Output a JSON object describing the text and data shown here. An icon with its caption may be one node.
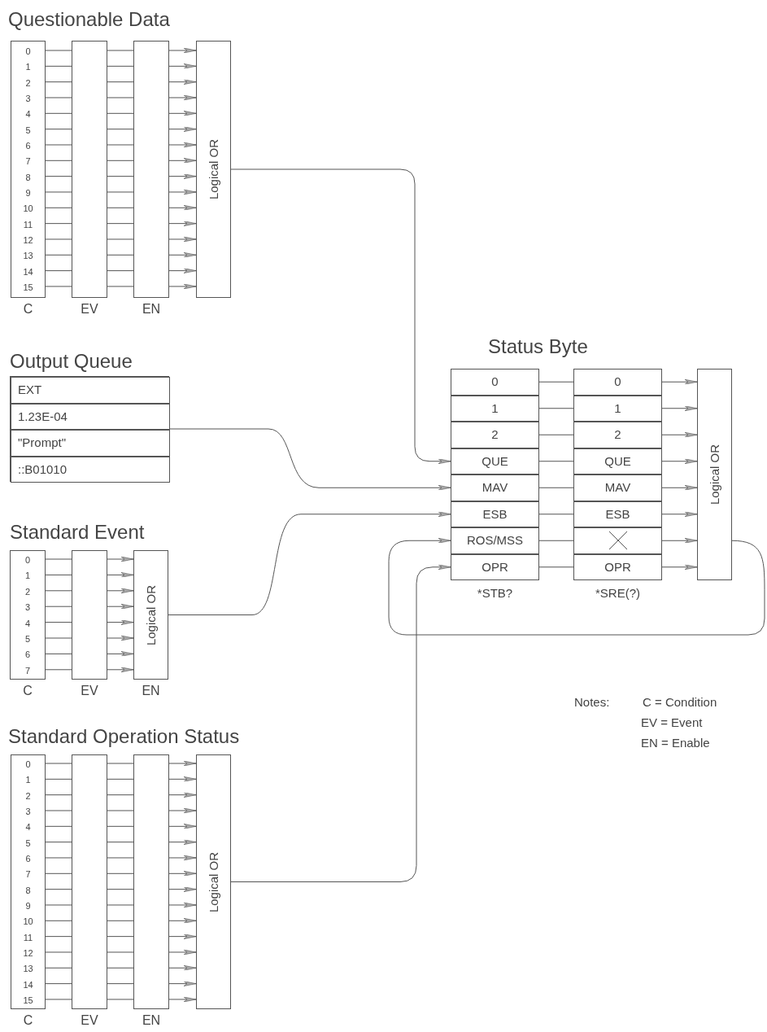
{
  "diagram": {
    "nodes": [
      {
        "text": [
          "0",
          "1",
          "2",
          "3",
          "4",
          "5",
          "6",
          "7",
          "8",
          "9",
          "10",
          "11",
          "12",
          "13",
          "14",
          "15"
        ],
        "beside": [
          "C"
        ]
      },
      {
        "text": [],
        "shape": "box",
        "beside": [
          "EV"
        ]
      },
      {
        "text": [],
        "shape": "box",
        "beside": [
          "EN"
        ]
      },
      {
        "text": [
          "Logical OR"
        ]
      },
      {
        "text": [
          "Output Queue"
        ]
      },
      {
        "text": [
          "EXT"
        ],
        "in": 4
      },
      {
        "text": [
          "1.23E-04"
        ],
        "in": 4
      },
      {
        "text": [
          "\"Prompt\""
        ],
        "in": 4
      },
      {
        "text": [
          "::B01010"
        ],
        "in": 4
      },
      {
        "text": [
          "0",
          "1",
          "2",
          "3",
          "4",
          "5",
          "6",
          "7"
        ],
        "beside": [
          "C"
        ]
      },
      {
        "text": [],
        "shape": "box",
        "beside": [
          "EV"
        ]
      },
      {
        "text": [
          "Logical OR"
        ],
        "beside": [
          "EN"
        ]
      },
      {
        "text": [
          "0",
          "1",
          "2",
          "3",
          "4",
          "5",
          "6",
          "7",
          "8",
          "9",
          "10",
          "11",
          "12",
          "13",
          "14",
          "15"
        ],
        "beside": [
          "C"
        ]
      },
      {
        "text": [],
        "shape": "box",
        "beside": [
          "EV"
        ]
      },
      {
        "text": [],
        "shape": "box",
        "beside": [
          "EN"
        ]
      },
      {
        "text": [
          "Logical OR"
        ]
      },
      {
        "text": [
          "0"
        ]
      },
      {
        "text": [
          "1"
        ]
      },
      {
        "text": [
          "2"
        ]
      },
      {
        "text": [
          "QUE"
        ]
      },
      {
        "text": [
          "MAV"
        ]
      },
      {
        "text": [
          "ESB"
        ]
      },
      {
        "text": [
          "ROS/MSS"
        ]
      },
      {
        "text": [
          "OPR"
        ]
      },
      {
        "text": [
          "0"
        ]
      },
      {
        "text": [
          "1"
        ]
      },
      {
        "text": [
          "2"
        ]
      },
      {
        "text": [
          "QUE"
        ]
      },
      {
        "text": [
          "MAV"
        ]
      },
      {
        "text": [
          "ESB"
        ]
      },
      {
        "text": [],
        "shape": "cross"
      },
      {
        "text": [
          "OPR"
        ]
      },
      {
        "text": [
          "Logical OR"
        ]
      }
    ],
    "edges": [
      {
        "from": 0,
        "to": 1,
        "arrow": "none"
      },
      {
        "from": 0,
        "to": 1,
        "arrow": "none"
      },
      {
        "from": 0,
        "to": 1,
        "arrow": "none"
      },
      {
        "from": 0,
        "to": 1,
        "arrow": "none"
      },
      {
        "from": 0,
        "to": 1,
        "arrow": "none"
      },
      {
        "from": 0,
        "to": 1,
        "arrow": "none"
      },
      {
        "from": 0,
        "to": 1,
        "arrow": "none"
      },
      {
        "from": 0,
        "to": 1,
        "arrow": "none"
      },
      {
        "from": 0,
        "to": 1,
        "arrow": "none"
      },
      {
        "from": 0,
        "to": 1,
        "arrow": "none"
      },
      {
        "from": 0,
        "to": 1,
        "arrow": "none"
      },
      {
        "from": 0,
        "to": 1,
        "arrow": "none"
      },
      {
        "from": 0,
        "to": 1,
        "arrow": "none"
      },
      {
        "from": 0,
        "to": 1,
        "arrow": "none"
      },
      {
        "from": 0,
        "to": 1,
        "arrow": "none"
      },
      {
        "from": 0,
        "to": 1,
        "arrow": "none"
      },
      {
        "from": 1,
        "to": 2,
        "arrow": "none"
      },
      {
        "from": 1,
        "to": 2,
        "arrow": "none"
      },
      {
        "from": 1,
        "to": 2,
        "arrow": "none"
      },
      {
        "from": 1,
        "to": 2,
        "arrow": "none"
      },
      {
        "from": 1,
        "to": 2,
        "arrow": "none"
      },
      {
        "from": 1,
        "to": 2,
        "arrow": "none"
      },
      {
        "from": 1,
        "to": 2,
        "arrow": "none"
      },
      {
        "from": 1,
        "to": 2,
        "arrow": "none"
      },
      {
        "from": 1,
        "to": 2,
        "arrow": "none"
      },
      {
        "from": 1,
        "to": 2,
        "arrow": "none"
      },
      {
        "from": 1,
        "to": 2,
        "arrow": "none"
      },
      {
        "from": 1,
        "to": 2,
        "arrow": "none"
      },
      {
        "from": 1,
        "to": 2,
        "arrow": "none"
      },
      {
        "from": 1,
        "to": 2,
        "arrow": "none"
      },
      {
        "from": 1,
        "to": 2,
        "arrow": "none"
      },
      {
        "from": 1,
        "to": 2,
        "arrow": "none"
      },
      {
        "from": 2,
        "to": 3,
        "arrow": "to"
      },
      {
        "from": 2,
        "to": 3,
        "arrow": "to"
      },
      {
        "from": 2,
        "to": 3,
        "arrow": "to"
      },
      {
        "from": 2,
        "to": 3,
        "arrow": "to"
      },
      {
        "from": 2,
        "to": 3,
        "arrow": "to"
      },
      {
        "from": 2,
        "to": 3,
        "arrow": "to"
      },
      {
        "from": 2,
        "to": 3,
        "arrow": "to"
      },
      {
        "from": 2,
        "to": 3,
        "arrow": "to"
      },
      {
        "from": 2,
        "to": 3,
        "arrow": "to"
      },
      {
        "from": 2,
        "to": 3,
        "arrow": "to"
      },
      {
        "from": 2,
        "to": 3,
        "arrow": "to"
      },
      {
        "from": 2,
        "to": 3,
        "arrow": "to"
      },
      {
        "from": 2,
        "to": 3,
        "arrow": "to"
      },
      {
        "from": 2,
        "to": 3,
        "arrow": "to"
      },
      {
        "from": 2,
        "to": 3,
        "arrow": "to"
      },
      {
        "from": 2,
        "to": 3,
        "arrow": "to"
      },
      {
        "from": 9,
        "to": 10,
        "arrow": "none"
      },
      {
        "from": 9,
        "to": 10,
        "arrow": "none"
      },
      {
        "from": 9,
        "to": 10,
        "arrow": "none"
      },
      {
        "from": 9,
        "to": 10,
        "arrow": "none"
      },
      {
        "from": 9,
        "to": 10,
        "arrow": "none"
      },
      {
        "from": 9,
        "to": 10,
        "arrow": "none"
      },
      {
        "from": 9,
        "to": 10,
        "arrow": "none"
      },
      {
        "from": 9,
        "to": 10,
        "arrow": "none"
      },
      {
        "from": 10,
        "to": 11,
        "arrow": "to"
      },
      {
        "from": 10,
        "to": 11,
        "arrow": "to"
      },
      {
        "from": 10,
        "to": 11,
        "arrow": "to"
      },
      {
        "from": 10,
        "to": 11,
        "arrow": "to"
      },
      {
        "from": 10,
        "to": 11,
        "arrow": "to"
      },
      {
        "from": 10,
        "to": 11,
        "arrow": "to"
      },
      {
        "from": 10,
        "to": 11,
        "arrow": "to"
      },
      {
        "from": 10,
        "to": 11,
        "arrow": "to"
      },
      {
        "from": 12,
        "to": 13,
        "arrow": "none"
      },
      {
        "from": 12,
        "to": 13,
        "arrow": "none"
      },
      {
        "from": 12,
        "to": 13,
        "arrow": "none"
      },
      {
        "from": 12,
        "to": 13,
        "arrow": "none"
      },
      {
        "from": 12,
        "to": 13,
        "arrow": "none"
      },
      {
        "from": 12,
        "to": 13,
        "arrow": "none"
      },
      {
        "from": 12,
        "to": 13,
        "arrow": "none"
      },
      {
        "from": 12,
        "to": 13,
        "arrow": "none"
      },
      {
        "from": 12,
        "to": 13,
        "arrow": "none"
      },
      {
        "from": 12,
        "to": 13,
        "arrow": "none"
      },
      {
        "from": 12,
        "to": 13,
        "arrow": "none"
      },
      {
        "from": 12,
        "to": 13,
        "arrow": "none"
      },
      {
        "from": 12,
        "to": 13,
        "arrow": "none"
      },
      {
        "from": 12,
        "to": 13,
        "arrow": "none"
      },
      {
        "from": 12,
        "to": 13,
        "arrow": "none"
      },
      {
        "from": 12,
        "to": 13,
        "arrow": "none"
      },
      {
        "from": 13,
        "to": 14,
        "arrow": "none"
      },
      {
        "from": 13,
        "to": 14,
        "arrow": "none"
      },
      {
        "from": 13,
        "to": 14,
        "arrow": "none"
      },
      {
        "from": 13,
        "to": 14,
        "arrow": "none"
      },
      {
        "from": 13,
        "to": 14,
        "arrow": "none"
      },
      {
        "from": 13,
        "to": 14,
        "arrow": "none"
      },
      {
        "from": 13,
        "to": 14,
        "arrow": "none"
      },
      {
        "from": 13,
        "to": 14,
        "arrow": "none"
      },
      {
        "from": 13,
        "to": 14,
        "arrow": "none"
      },
      {
        "from": 13,
        "to": 14,
        "arrow": "none"
      },
      {
        "from": 13,
        "to": 14,
        "arrow": "none"
      },
      {
        "from": 13,
        "to": 14,
        "arrow": "none"
      },
      {
        "from": 13,
        "to": 14,
        "arrow": "none"
      },
      {
        "from": 13,
        "to": 14,
        "arrow": "none"
      },
      {
        "from": 13,
        "to": 14,
        "arrow": "none"
      },
      {
        "from": 13,
        "to": 14,
        "arrow": "none"
      },
      {
        "from": 14,
        "to": 15,
        "arrow": "to"
      },
      {
        "from": 14,
        "to": 15,
        "arrow": "to"
      },
      {
        "from": 14,
        "to": 15,
        "arrow": "to"
      },
      {
        "from": 14,
        "to": 15,
        "arrow": "to"
      },
      {
        "from": 14,
        "to": 15,
        "arrow": "to"
      },
      {
        "from": 14,
        "to": 15,
        "arrow": "to"
      },
      {
        "from": 14,
        "to": 15,
        "arrow": "to"
      },
      {
        "from": 14,
        "to": 15,
        "arrow": "to"
      },
      {
        "from": 14,
        "to": 15,
        "arrow": "to"
      },
      {
        "from": 14,
        "to": 15,
        "arrow": "to"
      },
      {
        "from": 14,
        "to": 15,
        "arrow": "to"
      },
      {
        "from": 14,
        "to": 15,
        "arrow": "to"
      },
      {
        "from": 14,
        "to": 15,
        "arrow": "to"
      },
      {
        "from": 14,
        "to": 15,
        "arrow": "to"
      },
      {
        "from": 14,
        "to": 15,
        "arrow": "to"
      },
      {
        "from": 14,
        "to": 15,
        "arrow": "to"
      },
      {
        "from": 16,
        "to": 24,
        "arrow": "none"
      },
      {
        "from": 17,
        "to": 25,
        "arrow": "none"
      },
      {
        "from": 18,
        "to": 26,
        "arrow": "none"
      },
      {
        "from": 19,
        "to": 27,
        "arrow": "none"
      },
      {
        "from": 20,
        "to": 28,
        "arrow": "none"
      },
      {
        "from": 21,
        "to": 29,
        "arrow": "none"
      },
      {
        "from": 22,
        "to": 30,
        "arrow": "none"
      },
      {
        "from": 23,
        "to": 31,
        "arrow": "none"
      },
      {
        "from": 24,
        "to": 32,
        "arrow": "to"
      },
      {
        "from": 25,
        "to": 32,
        "arrow": "to"
      },
      {
        "from": 26,
        "to": 32,
        "arrow": "to"
      },
      {
        "from": 27,
        "to": 32,
        "arrow": "to"
      },
      {
        "from": 28,
        "to": 32,
        "arrow": "to"
      },
      {
        "from": 29,
        "to": 32,
        "arrow": "to"
      },
      {
        "from": 30,
        "to": 32,
        "arrow": "to"
      },
      {
        "from": 31,
        "to": 32,
        "arrow": "to"
      },
      {
        "from": 3,
        "to": 19,
        "arrow": "to"
      },
      {
        "from": 4,
        "to": 20,
        "arrow": "to"
      },
      {
        "from": 11,
        "to": 21,
        "arrow": "to"
      },
      {
        "from": 32,
        "to": 22,
        "arrow": "to"
      },
      {
        "from": 15,
        "to": 23,
        "arrow": "to"
      }
    ],
    "labels": [
      "Questionable Data",
      "Status Byte",
      "Standard Event",
      "*STB?",
      "*SRE(?)",
      "Notes:",
      "C = Condition",
      "EV = Event",
      "EN = Enable",
      "Standard Operation Status"
    ]
  }
}
